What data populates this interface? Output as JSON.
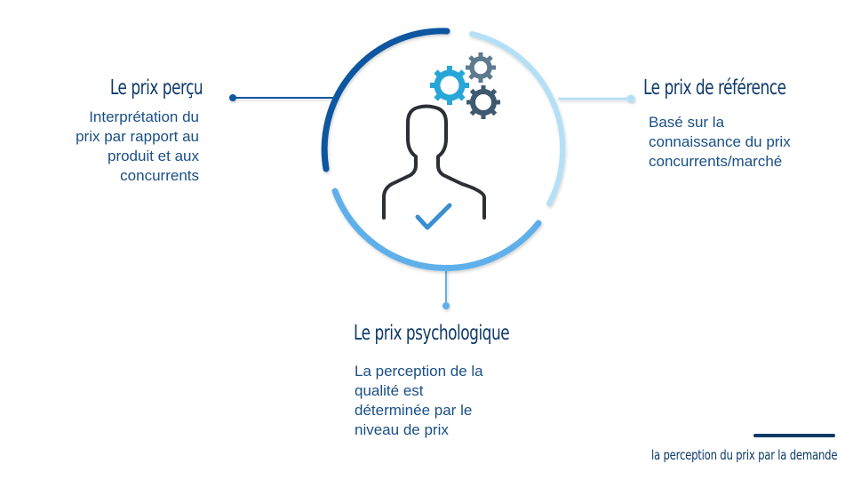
{
  "diagram": {
    "colors": {
      "dark_blue": "#0b56a0",
      "light_blue": "#b3e0f7",
      "medium_blue": "#5fb0ea",
      "title_color": "#0f3a68",
      "text_color": "#1a4f86",
      "person_stroke": "#2b2f36",
      "check": "#3a8fd0",
      "gear_cyan": "#27a6d8",
      "gear_gray": "#5d7a8f",
      "gear_slate": "#3d5a70"
    },
    "center_icon": "person-with-gears-and-checkmark",
    "nodes": [
      {
        "id": "left",
        "title": "Le prix perçu",
        "description": "Interprétation du prix par rapport au produit et aux concurrents",
        "description_lines": [
          "Interprétation du",
          "prix par rapport au",
          "produit et aux",
          "concurrents"
        ],
        "color": "#0b56a0"
      },
      {
        "id": "right",
        "title": "Le prix de référence",
        "description": "Basé sur la connaissance du prix concurrents/marché",
        "description_lines": [
          "Basé sur la",
          "connaissance du prix",
          "concurrents/marché"
        ],
        "color": "#b3e0f7"
      },
      {
        "id": "bottom",
        "title": "Le prix psychologique",
        "description": "La perception de la qualité est déterminée par le niveau de prix",
        "description_lines": [
          "La perception de la",
          "qualité est",
          "déterminée par le",
          "niveau de prix"
        ],
        "color": "#5fb0ea"
      }
    ]
  },
  "footer": {
    "caption": "la perception du prix par la demande"
  }
}
